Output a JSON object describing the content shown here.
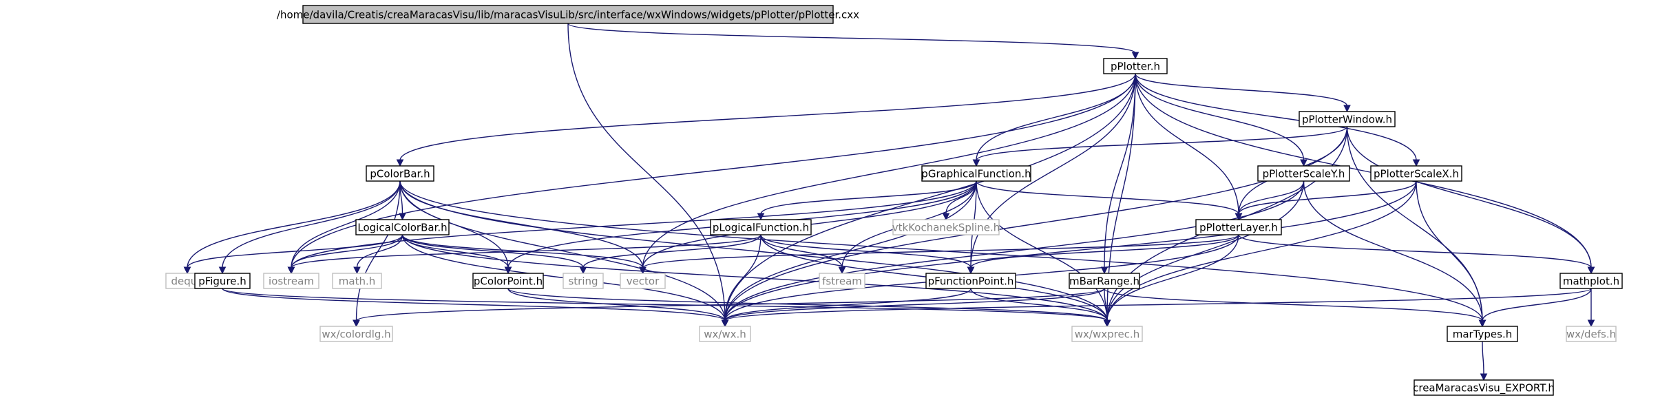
{
  "colors": {
    "edge": "#191970",
    "root_fill": "#bfbfbf",
    "node_border": "#000000",
    "external_border": "#bfbfbf",
    "external_text": "#808080",
    "text": "#000000",
    "background": "#ffffff"
  },
  "nodes": [
    {
      "id": "root",
      "label": "/home/davila/Creatis/creaMaracasVisu/lib/maracasVisuLib/src/interface/wxWindows/widgets/pPlotter/pPlotter.cxx",
      "style": "root"
    },
    {
      "id": "pPlotter_h",
      "label": "pPlotter.h",
      "style": "internal"
    },
    {
      "id": "pPlotterWindow_h",
      "label": "pPlotterWindow.h",
      "style": "internal"
    },
    {
      "id": "pColorBar_h",
      "label": "pColorBar.h",
      "style": "internal"
    },
    {
      "id": "pGraphicalFunction_h",
      "label": "pGraphicalFunction.h",
      "style": "internal"
    },
    {
      "id": "pPlotterScaleY_h",
      "label": "pPlotterScaleY.h",
      "style": "internal"
    },
    {
      "id": "pPlotterScaleX_h",
      "label": "pPlotterScaleX.h",
      "style": "internal"
    },
    {
      "id": "LogicalColorBar_h",
      "label": "LogicalColorBar.h",
      "style": "internal"
    },
    {
      "id": "pLogicalFunction_h",
      "label": "pLogicalFunction.h",
      "style": "internal"
    },
    {
      "id": "vtkKochanekSpline_h",
      "label": "vtkKochanekSpline.h",
      "style": "external"
    },
    {
      "id": "pPlotterLayer_h",
      "label": "pPlotterLayer.h",
      "style": "internal"
    },
    {
      "id": "deque",
      "label": "deque",
      "style": "external"
    },
    {
      "id": "pFigure_h",
      "label": "pFigure.h",
      "style": "internal"
    },
    {
      "id": "iostream",
      "label": "iostream",
      "style": "external"
    },
    {
      "id": "math_h",
      "label": "math.h",
      "style": "external"
    },
    {
      "id": "pColorPoint_h",
      "label": "pColorPoint.h",
      "style": "internal"
    },
    {
      "id": "string",
      "label": "string",
      "style": "external"
    },
    {
      "id": "vector",
      "label": "vector",
      "style": "external"
    },
    {
      "id": "fstream",
      "label": "fstream",
      "style": "external"
    },
    {
      "id": "pFunctionPoint_h",
      "label": "pFunctionPoint.h",
      "style": "internal"
    },
    {
      "id": "mBarRange_h",
      "label": "mBarRange.h",
      "style": "internal"
    },
    {
      "id": "mathplot_h",
      "label": "mathplot.h",
      "style": "internal"
    },
    {
      "id": "wx_colordlg_h",
      "label": "wx/colordlg.h",
      "style": "external"
    },
    {
      "id": "wx_wx_h",
      "label": "wx/wx.h",
      "style": "external"
    },
    {
      "id": "wx_wxprec_h",
      "label": "wx/wxprec.h",
      "style": "external"
    },
    {
      "id": "marTypes_h",
      "label": "marTypes.h",
      "style": "internal"
    },
    {
      "id": "wx_defs_h",
      "label": "wx/defs.h",
      "style": "external"
    },
    {
      "id": "creaMaracasVisu_EXPORT_h",
      "label": "creaMaracasVisu_EXPORT.h",
      "style": "internal"
    }
  ],
  "edges": [
    [
      "root",
      "pPlotter_h"
    ],
    [
      "root",
      "wx_wx_h"
    ],
    [
      "pPlotter_h",
      "pPlotterWindow_h"
    ],
    [
      "pPlotter_h",
      "pColorBar_h"
    ],
    [
      "pPlotter_h",
      "pGraphicalFunction_h"
    ],
    [
      "pPlotter_h",
      "pPlotterScaleY_h"
    ],
    [
      "pPlotter_h",
      "pPlotterScaleX_h"
    ],
    [
      "pPlotter_h",
      "pPlotterLayer_h"
    ],
    [
      "pPlotter_h",
      "iostream"
    ],
    [
      "pPlotter_h",
      "vector"
    ],
    [
      "pPlotter_h",
      "pFunctionPoint_h"
    ],
    [
      "pPlotter_h",
      "mBarRange_h"
    ],
    [
      "pPlotter_h",
      "mathplot_h"
    ],
    [
      "pPlotter_h",
      "wx_wx_h"
    ],
    [
      "pPlotter_h",
      "wx_wxprec_h"
    ],
    [
      "pPlotterWindow_h",
      "pGraphicalFunction_h"
    ],
    [
      "pPlotterWindow_h",
      "pPlotterLayer_h"
    ],
    [
      "pPlotterWindow_h",
      "mathplot_h"
    ],
    [
      "pPlotterWindow_h",
      "marTypes_h"
    ],
    [
      "pPlotterWindow_h",
      "wx_wx_h"
    ],
    [
      "pPlotterWindow_h",
      "wx_wxprec_h"
    ],
    [
      "pColorBar_h",
      "LogicalColorBar_h"
    ],
    [
      "pColorBar_h",
      "deque"
    ],
    [
      "pColorBar_h",
      "pFigure_h"
    ],
    [
      "pColorBar_h",
      "iostream"
    ],
    [
      "pColorBar_h",
      "pColorPoint_h"
    ],
    [
      "pColorBar_h",
      "vector"
    ],
    [
      "pColorBar_h",
      "marTypes_h"
    ],
    [
      "pColorBar_h",
      "wx_colordlg_h"
    ],
    [
      "pColorBar_h",
      "wx_wx_h"
    ],
    [
      "pColorBar_h",
      "wx_wxprec_h"
    ],
    [
      "pGraphicalFunction_h",
      "pLogicalFunction_h"
    ],
    [
      "pGraphicalFunction_h",
      "vtkKochanekSpline_h"
    ],
    [
      "pGraphicalFunction_h",
      "pPlotterLayer_h"
    ],
    [
      "pGraphicalFunction_h",
      "iostream"
    ],
    [
      "pGraphicalFunction_h",
      "pColorPoint_h"
    ],
    [
      "pGraphicalFunction_h",
      "vector"
    ],
    [
      "pGraphicalFunction_h",
      "fstream"
    ],
    [
      "pGraphicalFunction_h",
      "pFunctionPoint_h"
    ],
    [
      "pGraphicalFunction_h",
      "wx_wx_h"
    ],
    [
      "pGraphicalFunction_h",
      "wx_wxprec_h"
    ],
    [
      "pPlotterScaleY_h",
      "pPlotterLayer_h"
    ],
    [
      "pPlotterScaleY_h",
      "marTypes_h"
    ],
    [
      "pPlotterScaleY_h",
      "wx_wx_h"
    ],
    [
      "pPlotterScaleY_h",
      "wx_wxprec_h"
    ],
    [
      "pPlotterScaleX_h",
      "pPlotterLayer_h"
    ],
    [
      "pPlotterScaleX_h",
      "marTypes_h"
    ],
    [
      "pPlotterScaleX_h",
      "wx_wx_h"
    ],
    [
      "pPlotterScaleX_h",
      "wx_wxprec_h"
    ],
    [
      "LogicalColorBar_h",
      "deque"
    ],
    [
      "LogicalColorBar_h",
      "iostream"
    ],
    [
      "LogicalColorBar_h",
      "math_h"
    ],
    [
      "LogicalColorBar_h",
      "pColorPoint_h"
    ],
    [
      "LogicalColorBar_h",
      "string"
    ],
    [
      "LogicalColorBar_h",
      "vector"
    ],
    [
      "LogicalColorBar_h",
      "wx_wx_h"
    ],
    [
      "LogicalColorBar_h",
      "wx_wxprec_h"
    ],
    [
      "pLogicalFunction_h",
      "iostream"
    ],
    [
      "pLogicalFunction_h",
      "string"
    ],
    [
      "pLogicalFunction_h",
      "fstream"
    ],
    [
      "pLogicalFunction_h",
      "pFunctionPoint_h"
    ],
    [
      "pLogicalFunction_h",
      "wx_wx_h"
    ],
    [
      "pLogicalFunction_h",
      "wx_wxprec_h"
    ],
    [
      "pPlotterLayer_h",
      "vector"
    ],
    [
      "pPlotterLayer_h",
      "pFunctionPoint_h"
    ],
    [
      "pPlotterLayer_h",
      "mathplot_h"
    ],
    [
      "pPlotterLayer_h",
      "wx_wx_h"
    ],
    [
      "pPlotterLayer_h",
      "wx_wxprec_h"
    ],
    [
      "pFigure_h",
      "wx_wx_h"
    ],
    [
      "pFigure_h",
      "wx_wxprec_h"
    ],
    [
      "pColorPoint_h",
      "wx_wx_h"
    ],
    [
      "pColorPoint_h",
      "wx_wxprec_h"
    ],
    [
      "pFunctionPoint_h",
      "wx_wx_h"
    ],
    [
      "pFunctionPoint_h",
      "wx_wxprec_h"
    ],
    [
      "mBarRange_h",
      "wx_colordlg_h"
    ],
    [
      "mBarRange_h",
      "wx_wx_h"
    ],
    [
      "mBarRange_h",
      "wx_wxprec_h"
    ],
    [
      "mBarRange_h",
      "marTypes_h"
    ],
    [
      "mathplot_h",
      "wx_wx_h"
    ],
    [
      "mathplot_h",
      "wx_defs_h"
    ],
    [
      "mathplot_h",
      "marTypes_h"
    ],
    [
      "marTypes_h",
      "creaMaracasVisu_EXPORT_h"
    ]
  ]
}
